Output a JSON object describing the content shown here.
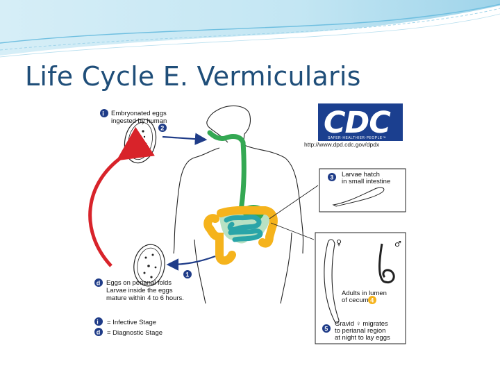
{
  "slide": {
    "title": "Life Cycle E. Vermicularis"
  },
  "figure": {
    "logo_text": "CDC",
    "logo_tagline": "SAFER·HEALTHIER·PEOPLE™",
    "url": "http://www.dpd.cdc.gov/dpdx",
    "stages": {
      "s2": {
        "badge": "i",
        "number": "2",
        "lines": [
          "Embryonated eggs",
          "ingested by human"
        ]
      },
      "s3": {
        "number": "3",
        "lines": [
          "Larvae hatch",
          "in small intestine"
        ]
      },
      "s4": {
        "number": "4",
        "lines": [
          "Adults in lumen",
          "of cecum"
        ]
      },
      "s5": {
        "number": "5",
        "lines": [
          "Gravid ♀ migrates",
          "to perianal region",
          "at night to lay eggs"
        ]
      },
      "s1": {
        "badge": "d",
        "number": "1",
        "lines": [
          "Eggs on perianal folds",
          "Larvae inside the eggs",
          "mature within 4 to 6 hours."
        ]
      }
    },
    "sex_symbols": {
      "female": "♀",
      "male": "♂"
    },
    "legend": [
      {
        "badge": "i",
        "text": "= Infective Stage"
      },
      {
        "badge": "d",
        "text": "= Diagnostic Stage"
      }
    ],
    "colors": {
      "title": "#1f4e79",
      "cycle_arrow": "#d8232a",
      "stage_arrow": "#1f3c88",
      "gi_tract": "#34a853",
      "colon": "#f5b31c",
      "small_intestine": "#2aa5a8",
      "badge_fill": "#1f3c88",
      "stage4_badge": "#f5b31c",
      "cdc_blue": "#1b3f8f"
    }
  }
}
